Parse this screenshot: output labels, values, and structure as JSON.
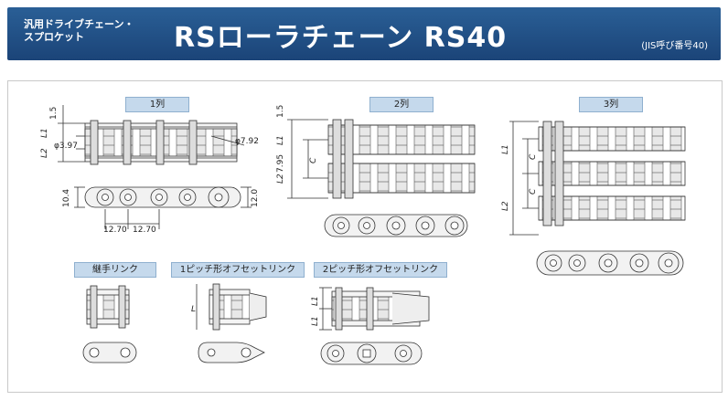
{
  "header": {
    "subtitle_line1": "汎用ドライブチェーン・",
    "subtitle_line2": "スプロケット",
    "title": "RSローラチェーン RS40",
    "jis_note": "(JIS呼び番号40)"
  },
  "sections": {
    "single": "1列",
    "double": "2列",
    "triple": "3列",
    "connecting_link": "継手リンク",
    "offset_1pitch": "1ピッチ形オフセットリンク",
    "offset_2pitch": "2ピッチ形オフセットリンク"
  },
  "dimensions": {
    "d1_5": "1.5",
    "d1_5b": "1.5",
    "phi397": "φ3.97",
    "phi792": "φ7.92",
    "d795": "7.95",
    "d104": "10.4",
    "d120": "12.0",
    "p1": "12.70",
    "p2": "12.70",
    "L1": "L1",
    "L2": "L2",
    "L1b": "L1",
    "L2b": "L2",
    "L1c": "L1",
    "L2c": "L2",
    "C1": "C",
    "C2": "C",
    "C3": "C",
    "L": "L",
    "L1d": "L1",
    "L1e": "L1"
  },
  "colors": {
    "header_bg": "#1b4478",
    "label_bg": "#c5d9ec",
    "line": "#333333"
  }
}
